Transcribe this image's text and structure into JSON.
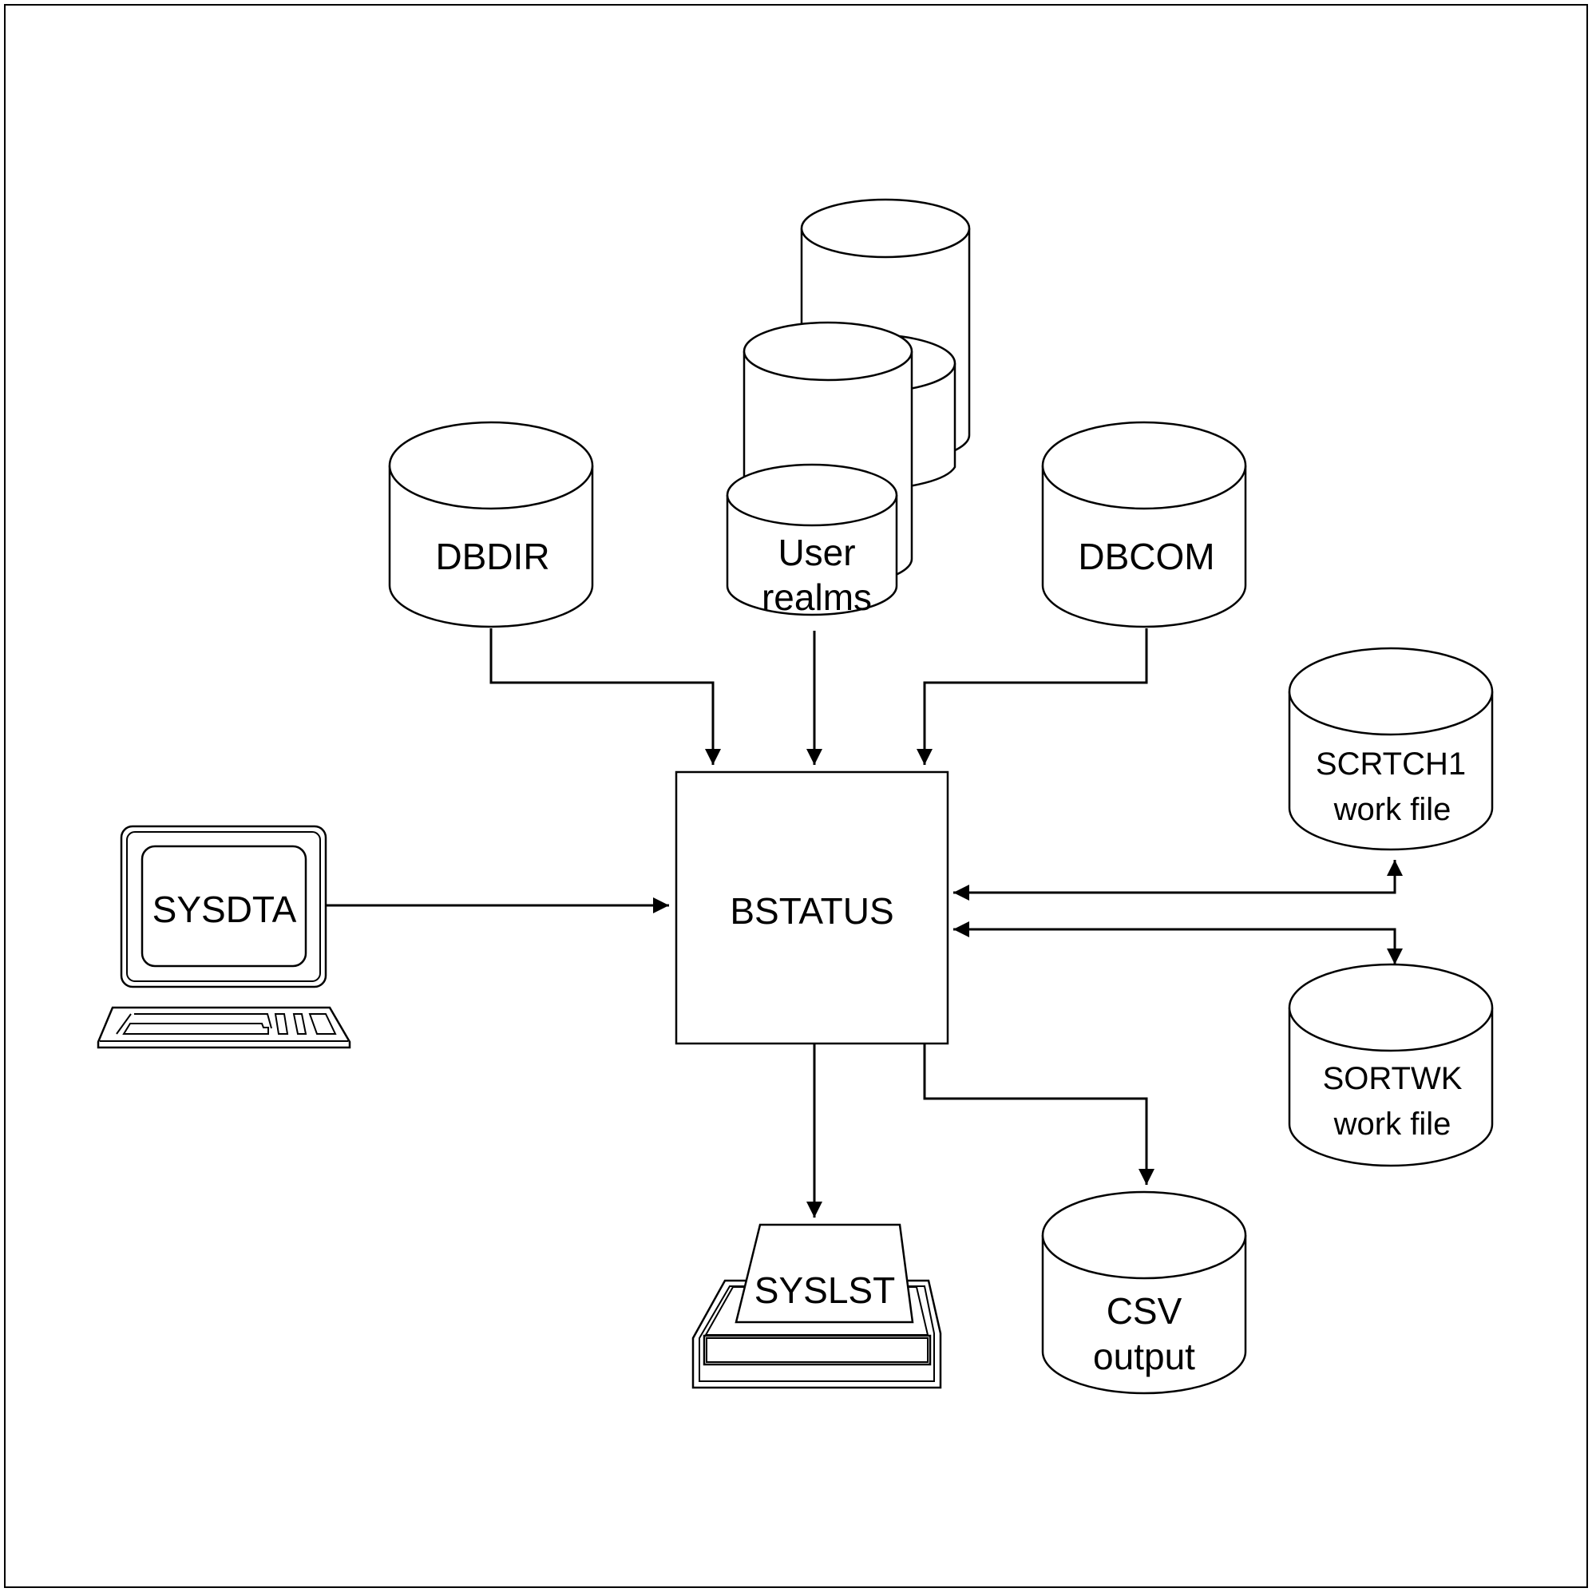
{
  "nodes": {
    "dbdir": "DBDIR",
    "user_realms": [
      "User",
      "realms"
    ],
    "dbcom": "DBCOM",
    "bstatus": "BSTATUS",
    "sysdta": "SYSDTA",
    "scrtch1": [
      "SCRTCH1",
      "work file"
    ],
    "sortwk": [
      "SORTWK",
      "work file"
    ],
    "syslst": "SYSLST",
    "csv": [
      "CSV",
      "output"
    ]
  },
  "icons": {
    "terminal": "terminal-icon",
    "printer": "printer-icon",
    "database": "database-cylinder-icon"
  }
}
